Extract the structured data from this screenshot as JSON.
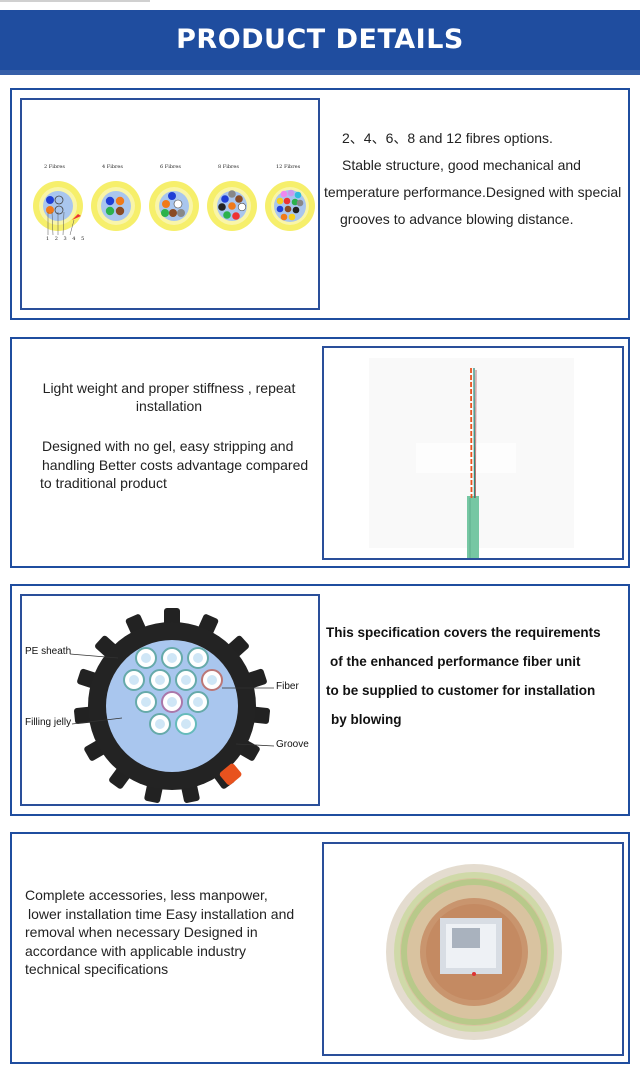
{
  "header": {
    "title": "PRODUCT DETAILS"
  },
  "section1": {
    "lines": [
      "2、4、6、8 and 12 fibres options.",
      "Stable structure, good mechanical and",
      "temperature performance.Designed with special",
      "grooves to advance blowing distance."
    ],
    "diagram_labels": [
      "2 Fibres",
      "4 Fibres",
      "6 Fibres",
      "8 Fibres",
      "12 Fibres"
    ],
    "fiber_numbers": "1 2 3 4 5"
  },
  "section2": {
    "lines": [
      "Light weight and proper stiffness , repeat",
      "installation",
      "Designed with no gel, easy stripping and",
      "handling Better costs advantage compared",
      "to traditional product"
    ]
  },
  "section3": {
    "lines": [
      "This specification covers the requirements",
      "of the enhanced performance fiber unit",
      "to be supplied to customer for installation",
      "by blowing"
    ],
    "diagram_labels": {
      "pe_sheath": "PE sheath",
      "filling_jelly": "Filling jelly",
      "fiber": "Fiber",
      "groove": "Groove"
    }
  },
  "section4": {
    "lines": [
      "Complete accessories, less manpower,",
      "lower installation time Easy installation and",
      "removal when necessary Designed in",
      "accordance with applicable industry",
      "technical specifications"
    ]
  },
  "colors": {
    "accent_blue": "#1f4d9f",
    "sheath_yellow": "#f6ef6b",
    "core_blue": "#a9c6ee",
    "groove_orange": "#e8521e",
    "fiber_green": "#76c7a3"
  }
}
